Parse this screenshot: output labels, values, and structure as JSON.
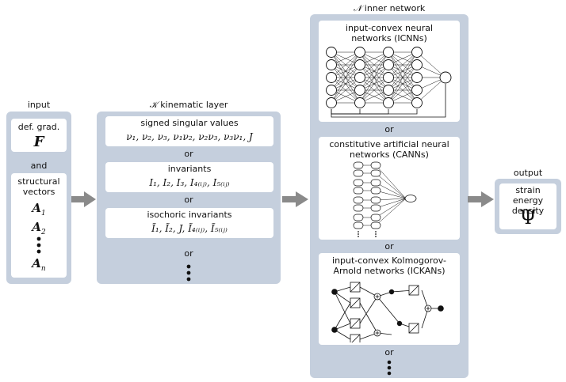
{
  "input": {
    "title": "input",
    "defgrad_label": "def. grad.",
    "defgrad_symbol": "F",
    "and": "and",
    "vectors_label": "structural vectors",
    "a1": "A",
    "a1_sub": "1",
    "a2": "A",
    "a2_sub": "2",
    "an": "A",
    "an_sub": "n"
  },
  "kinematic": {
    "title_symbol": "𝒦",
    "title_text": "kinematic layer",
    "card1_title": "signed singular values",
    "card1_formula": "ν₁, ν₂, ν₃, ν₁ν₂, ν₂ν₃, ν₃ν₁, J",
    "or1": "or",
    "card2_title": "invariants",
    "card2_formula": "I₁, I₂, I₃, I₄₍ᵢⱼ₎, I₅₍ᵢⱼ₎",
    "or2": "or",
    "card3_title": "isochoric invariants",
    "card3_formula": "Ĩ₁, Ĩ₂, J, Ĩ₄₍ᵢⱼ₎, Ĩ₅₍ᵢⱼ₎",
    "or3": "or"
  },
  "inner": {
    "title_symbol": "𝒩",
    "title_text": "inner network",
    "icnn_title": "input-convex neural networks (ICNNs)",
    "or1": "or",
    "cann_title": "constitutive artificial neural networks (CANNs)",
    "or2": "or",
    "ickan_title": "input-convex Kolmogorov-Arnold networks (ICKANs)",
    "or3": "or"
  },
  "output": {
    "title": "output",
    "label": "strain energy density",
    "symbol": "Ψ"
  },
  "colors": {
    "panel": "#c5cfdd",
    "arrow": "#8a8a8a"
  }
}
